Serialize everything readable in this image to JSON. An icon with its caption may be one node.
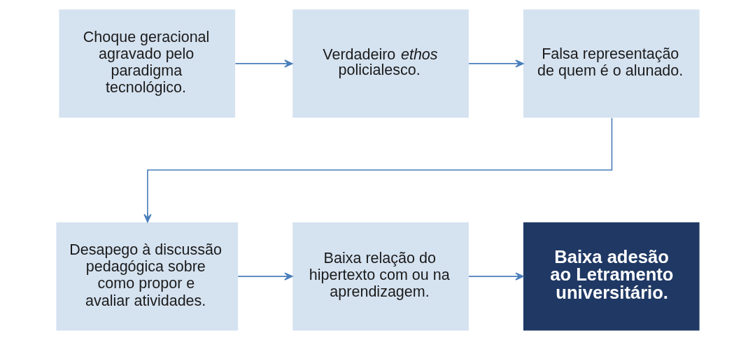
{
  "diagram": {
    "nodes": [
      {
        "text": [
          "Choque geracional agravado pelo paradigma tecnológico."
        ]
      },
      {
        "text": [
          "Verdadeiro *ethos* policialesco."
        ]
      },
      {
        "text": [
          "Falsa representação de quem é o alunado."
        ]
      },
      {
        "text": [
          "Desapego à discussão pedagógica sobre como propor e avaliar atividades."
        ]
      },
      {
        "text": [
          "Baixa relação do hipertexto com ou na aprendizagem."
        ]
      },
      {
        "text": [
          "Baixa adesão ao Letramento universitário."
        ]
      }
    ],
    "edges": [
      {
        "from": 0,
        "to": 1,
        "arrow": "to"
      },
      {
        "from": 1,
        "to": 2,
        "arrow": "to"
      },
      {
        "from": 2,
        "to": 3,
        "arrow": "to"
      },
      {
        "from": 3,
        "to": 4,
        "arrow": "to"
      },
      {
        "from": 4,
        "to": 5,
        "arrow": "to"
      }
    ]
  }
}
